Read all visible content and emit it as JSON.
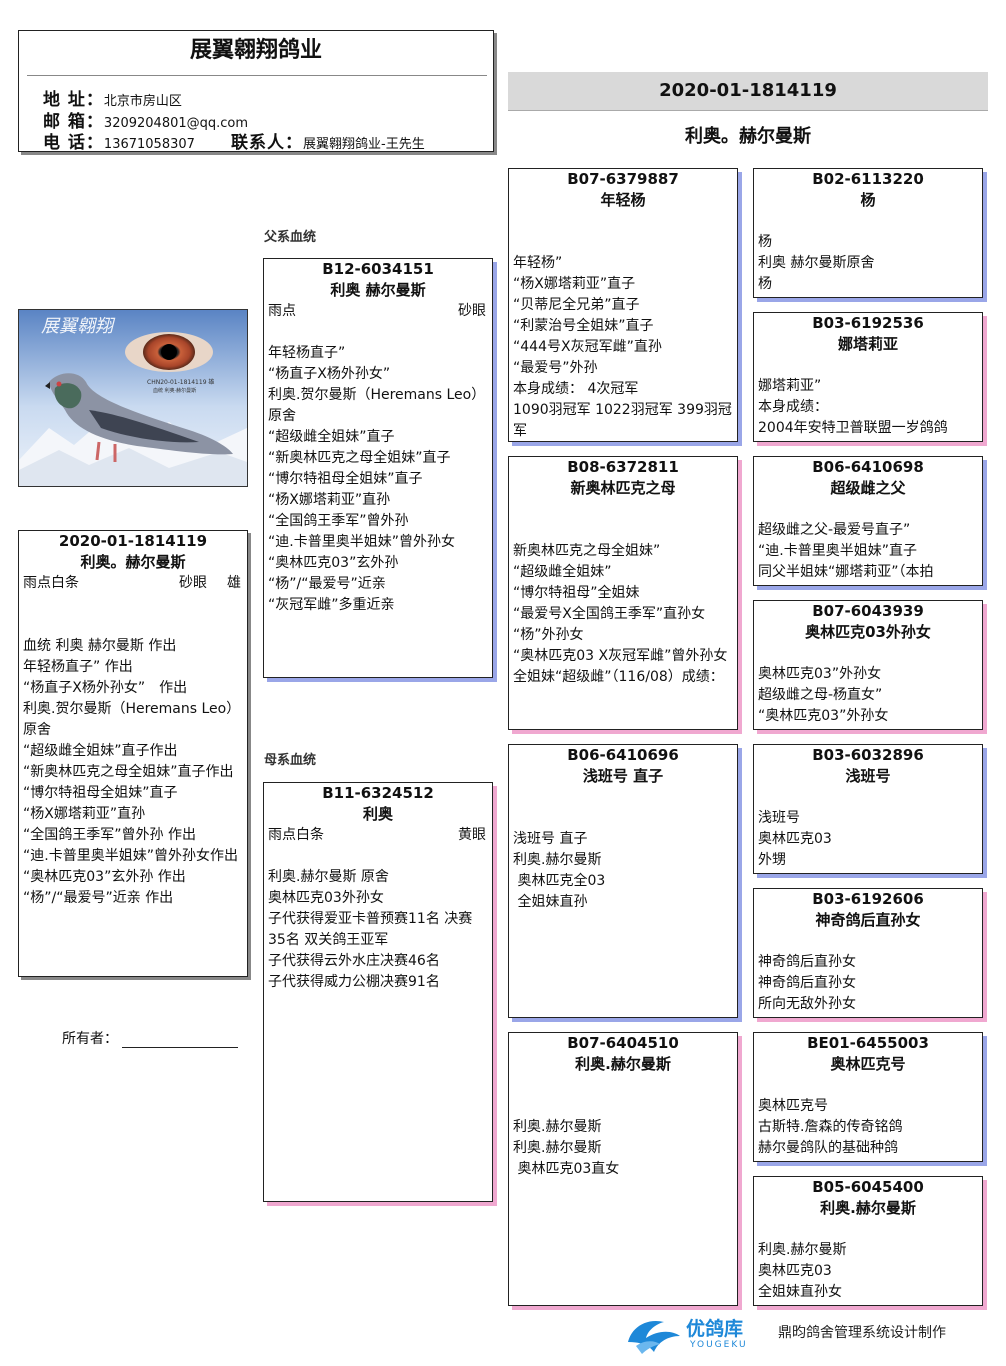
{
  "farm": {
    "title": "展翼翱翔鸽业",
    "address_label": "地 址：",
    "address": "北京市房山区",
    "email_label": "邮 箱：",
    "email": "3209204801@qq.com",
    "phone_label": "电 话：",
    "phone": "13671058307",
    "contact_label": "联系人：",
    "contact": "展翼翱翔鸽业-王先生"
  },
  "header": {
    "ring": "2020-01-1814119",
    "name": "利奥。赫尔曼斯"
  },
  "photo": {
    "caption": "CHN20-01-1814119 雄",
    "caption2": "血统 利奥·赫尔曼斯"
  },
  "subject": {
    "ring": "2020-01-1814119",
    "name": "利奥。赫尔曼斯",
    "color": "雨点白条",
    "eye": "砂眼",
    "sex": "雄",
    "lines": [
      "血统 利奥 赫尔曼斯 作出",
      "年轻杨直子” 作出",
      "“杨直子X杨外孙女”　作出",
      "利奥.贺尔曼斯（Heremans Leo）原舍",
      "“超级雌全姐妹”直子作出",
      "“新奥林匹克之母全姐妹”直子作出",
      "“博尔特祖母全姐妹”直子",
      "“杨X娜塔莉亚”直孙",
      "“全国鸽王季军”曾外孙 作出",
      "“迪.卡普里奥半姐妹”曾外孙女作出",
      "“奥林匹克03”玄外孙 作出",
      "“杨”/“最爱号”近亲 作出"
    ]
  },
  "owner_label": "所有者：",
  "sire_label": "父系血统",
  "dam_label": "母系血统",
  "sire": {
    "ring": "B12-6034151",
    "name": "利奥 赫尔曼斯",
    "color": "雨点",
    "eye": "砂眼",
    "lines": [
      "年轻杨直子”",
      "“杨直子X杨外孙女”",
      "利奥.贺尔曼斯（Heremans Leo）原舍",
      "“超级雌全姐妹”直子",
      "“新奥林匹克之母全姐妹”直子",
      "“博尔特祖母全姐妹”直子",
      "“杨X娜塔莉亚”直孙",
      "“全国鸽王季军”曾外孙",
      "“迪.卡普里奥半姐妹”曾外孙女",
      "“奥林匹克03”玄外孙",
      "“杨”/“最爱号”近亲",
      "“灰冠军雌”多重近亲"
    ]
  },
  "dam": {
    "ring": "B11-6324512",
    "name": "利奥",
    "color": "雨点白条",
    "eye": "黄眼",
    "lines": [
      "利奥.赫尔曼斯 原舍",
      "奥林匹克03外孙女",
      "子代获得爱亚卡普预赛11名 决赛35名 双关鸽王亚军",
      "子代获得云外水庄决赛46名",
      "子代获得威力公棚决赛91名"
    ]
  },
  "gen2": [
    {
      "ring": "B07-6379887",
      "name": "年轻杨",
      "lines": [
        "年轻杨”",
        "“杨X娜塔莉亚”直子",
        "“贝蒂尼全兄弟”直子",
        "“利蒙治号全姐妹”直子",
        "“444号X灰冠军雌”直孙",
        "“最爱号”外孙",
        "本身成绩： 4次冠军",
        "1090羽冠军 1022羽冠军 399羽冠军"
      ]
    },
    {
      "ring": "B08-6372811",
      "name": "新奥林匹克之母",
      "lines": [
        "新奥林匹克之母全姐妹”",
        "“超级雌全姐妹”",
        "“博尔特祖母”全姐妹",
        "“最爱号X全国鸽王季军”直孙女",
        "“杨”外孙女",
        "“奥林匹克03 X灰冠军雌”曾外孙女",
        "全姐妹“超级雌”（116/08）成绩："
      ]
    },
    {
      "ring": "B06-6410696",
      "name": "浅班号 直子",
      "lines": [
        "浅班号 直子",
        "利奥.赫尔曼斯",
        " 奥林匹克全03",
        " 全姐妹直孙"
      ]
    },
    {
      "ring": "B07-6404510",
      "name": "利奥.赫尔曼斯",
      "lines": [
        "利奥.赫尔曼斯",
        "利奥.赫尔曼斯",
        " 奥林匹克03直女"
      ]
    }
  ],
  "gen3": [
    {
      "ring": "B02-6113220",
      "name": "杨",
      "lines": [
        "杨",
        "利奥 赫尔曼斯原舍",
        "杨"
      ]
    },
    {
      "ring": "B03-6192536",
      "name": "娜塔莉亚",
      "lines": [
        "娜塔莉亚”",
        "本身成绩：",
        "2004年安特卫普联盟一岁鸽鸽"
      ]
    },
    {
      "ring": "B06-6410698",
      "name": "超级雌之父",
      "lines": [
        "超级雌之父-最爱号直子”",
        "“迪.卡普里奥半姐妹”直子",
        "同父半姐妹“娜塔莉亚”（本拍"
      ]
    },
    {
      "ring": "B07-6043939",
      "name": "奥林匹克03外孙女",
      "lines": [
        "奥林匹克03”外孙女",
        "超级雌之母-杨直女”",
        "“奥林匹克03”外孙女"
      ]
    },
    {
      "ring": "B03-6032896",
      "name": "浅班号",
      "lines": [
        "浅班号",
        "奥林匹克03",
        "外甥"
      ]
    },
    {
      "ring": "B03-6192606",
      "name": "神奇鸽后直孙女",
      "lines": [
        "神奇鸽后直孙女",
        "神奇鸽后直孙女",
        "所向无敌外孙女"
      ]
    },
    {
      "ring": "BE01-6455003",
      "name": "奥林匹克号",
      "lines": [
        "奥林匹克号",
        "古斯特.詹森的传奇铭鸽",
        "赫尔曼鸽队的基础种鸽"
      ]
    },
    {
      "ring": "B05-6045400",
      "name": "利奥.赫尔曼斯",
      "lines": [
        "利奥.赫尔曼斯",
        "奥林匹克03",
        "全姐妹直孙女"
      ]
    }
  ],
  "footer": {
    "logo_cn": "优鸽库",
    "logo_en": "YOUGEKU",
    "credit": "鼎昀鸽舍管理系统设计制作"
  },
  "colors": {
    "shadow_blue": "#9aa6e8",
    "shadow_pink": "#f0a8d0",
    "header_bar": "#d9d9d9",
    "logo_blue": "#1e88d8"
  }
}
